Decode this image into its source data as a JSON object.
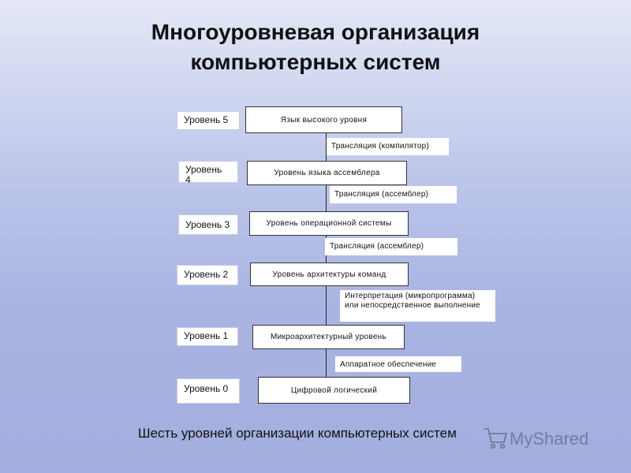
{
  "title": {
    "line1": "Многоуровневая организация",
    "line2": "компьютерных систем"
  },
  "levels": [
    {
      "label": "Уровень 5",
      "box": "Язык высокого уровня"
    },
    {
      "label": "Уровень 4",
      "box": "Уровень языка ассемблера"
    },
    {
      "label": "Уровень 3",
      "box": "Уровень операционной системы"
    },
    {
      "label": "Уровень 2",
      "box": "Уровень архитектуры команд"
    },
    {
      "label": "Уровень 1",
      "box": "Микроархитектурный уровень"
    },
    {
      "label": "Уровень 0",
      "box": "Цифровой логический"
    }
  ],
  "transitions": [
    "Трансляция (компилятор)",
    "Трансляция (ассемблер)",
    "Трансляция (ассемблер)",
    "Интерпретация (микропрограмма) или непосредственное выполнение",
    "Аппаратное обеспечение"
  ],
  "caption": "Шесть уровней организации компьютерных систем",
  "watermark": "MyShared"
}
